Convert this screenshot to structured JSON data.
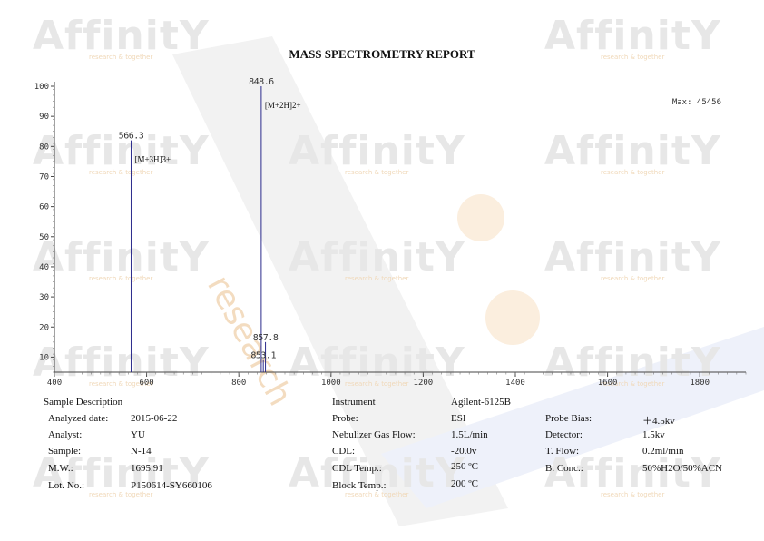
{
  "title": "MASS SPECTROMETRY REPORT",
  "watermark": {
    "text": "Affinit",
    "tagline": "research & together",
    "diagonal_text": "research",
    "color": "#e7e7e7",
    "accent_color": "#f6c990"
  },
  "chart_data": {
    "type": "bar",
    "title": "",
    "xlabel": "",
    "ylabel": "",
    "xlim": [
      400,
      1900
    ],
    "ylim": [
      5,
      100
    ],
    "x_ticks": [
      400,
      600,
      800,
      1000,
      1200,
      1400,
      1600,
      1800
    ],
    "y_ticks": [
      10,
      20,
      30,
      40,
      50,
      60,
      70,
      80,
      90,
      100
    ],
    "max_label": "Max: 45456",
    "peaks": [
      {
        "mz": 566.3,
        "intensity": 82,
        "label": "566.3",
        "annotation": "[M+3H]3+"
      },
      {
        "mz": 848.6,
        "intensity": 100,
        "label": "848.6",
        "annotation": "[M+2H]2+"
      },
      {
        "mz": 857.8,
        "intensity": 15,
        "label": "857.8",
        "annotation": ""
      },
      {
        "mz": 853.1,
        "intensity": 9,
        "label": "853.1",
        "annotation": ""
      }
    ],
    "line_color": "#2b2b8c",
    "grid": false
  },
  "sample": {
    "header": "Sample Description",
    "rows": [
      {
        "label": "Analyzed date:",
        "value": "2015-06-22"
      },
      {
        "label": "Analyst:",
        "value": "YU"
      },
      {
        "label": "Sample:",
        "value": "N-14"
      },
      {
        "label": "M.W.:",
        "value": "1695.91"
      },
      {
        "label": "Lot. No.:",
        "value": "P150614-SY660106"
      }
    ]
  },
  "instrument": {
    "header": "Instrument",
    "name": "Agilent-6125B",
    "rows": [
      {
        "label": "Probe:",
        "value": "ESI"
      },
      {
        "label": "Nebulizer Gas Flow:",
        "value": "1.5L/min"
      },
      {
        "label": "CDL:",
        "value": "-20.0v"
      },
      {
        "label": "CDL Temp.:",
        "value": "250 ºC"
      },
      {
        "label": "Block Temp.:",
        "value": "200 ºC"
      }
    ],
    "right_rows": [
      {
        "label": "Probe Bias:",
        "value": "＋4.5kv"
      },
      {
        "label": "Detector:",
        "value": "1.5kv"
      },
      {
        "label": "T. Flow:",
        "value": "0.2ml/min"
      },
      {
        "label": "B. Conc.:",
        "value": "50%H2O/50%ACN"
      }
    ]
  }
}
